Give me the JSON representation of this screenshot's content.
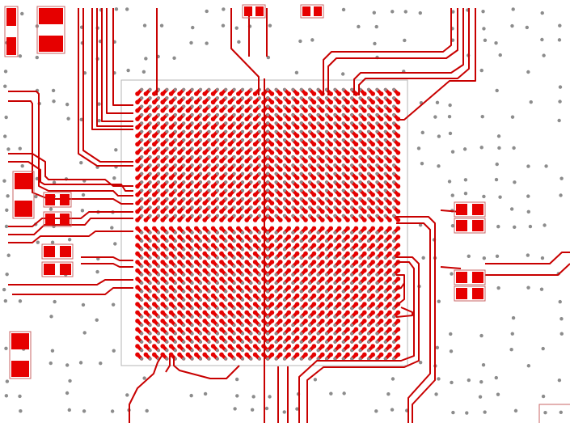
{
  "view": {
    "kind": "pcb-layout-view",
    "background_color": "#ffffff"
  },
  "colors": {
    "copper": "#e60000",
    "trace": "#c80000",
    "outline": "#b4b4b4",
    "via": "#8c8c8c",
    "pad_outline": "#c86464"
  },
  "bga": {
    "rows": 32,
    "cols": 32,
    "fanout": "dogbone-quadrant"
  }
}
